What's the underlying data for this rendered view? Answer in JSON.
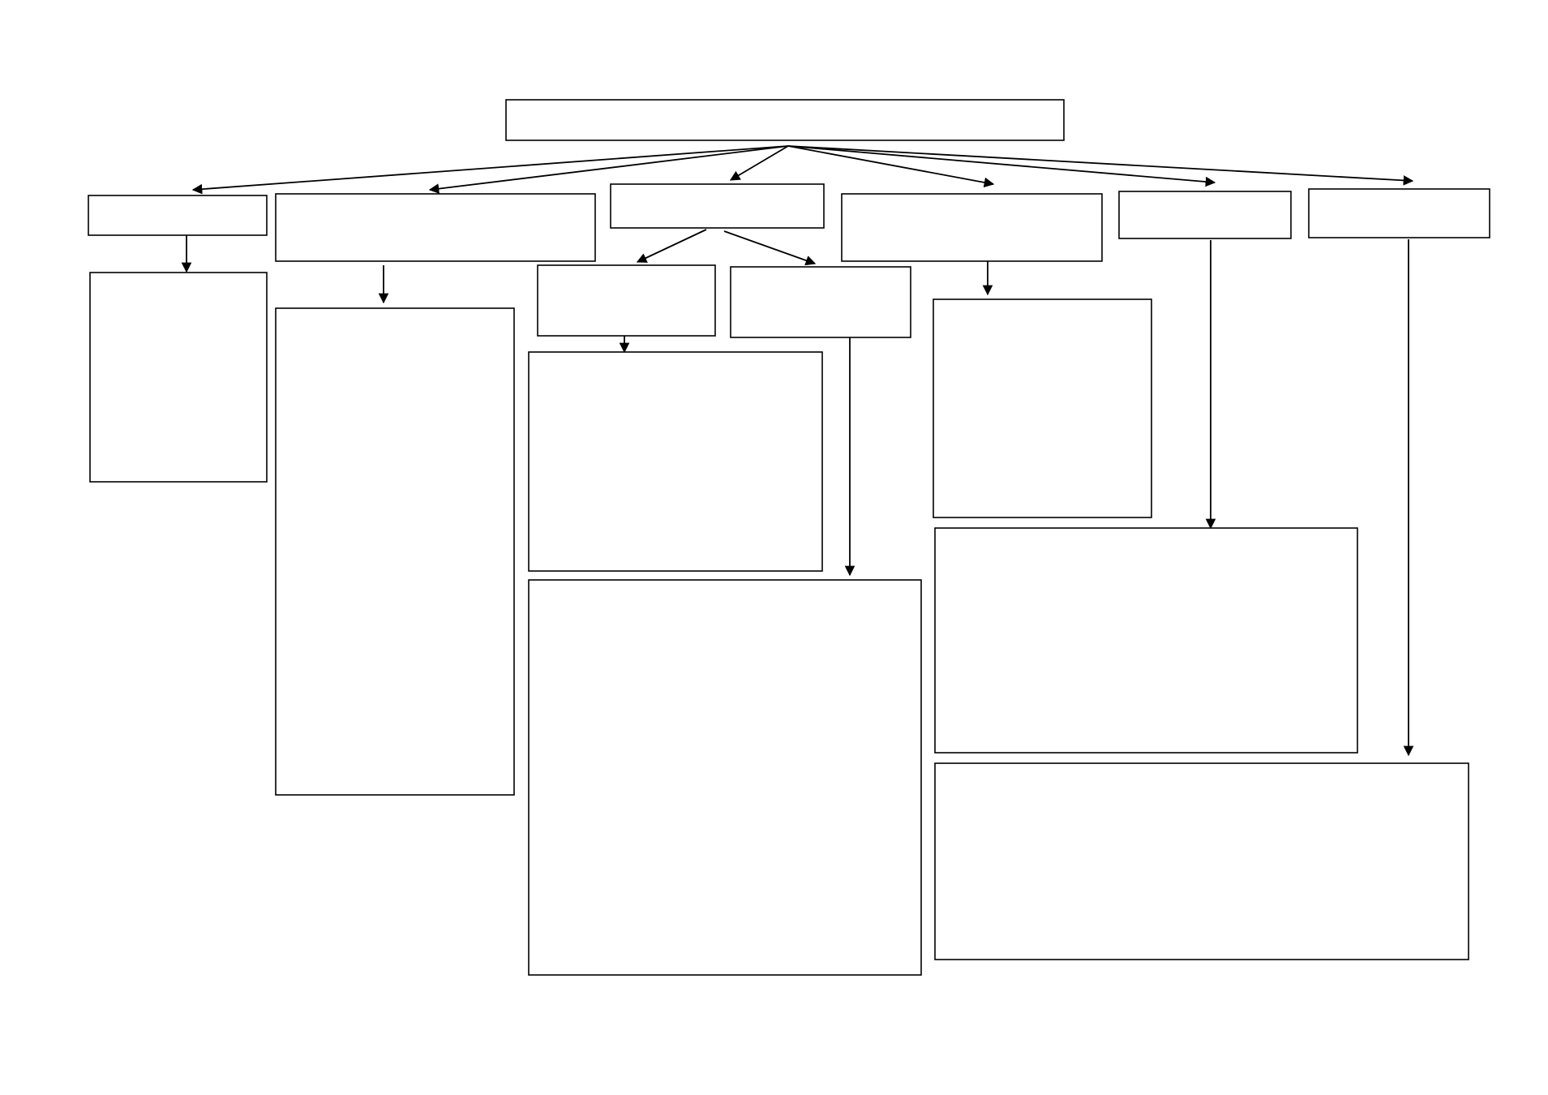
{
  "diagram": {
    "type": "flowchart",
    "colors": {
      "stroke": "#000000",
      "fill": "#ffffff"
    },
    "nodes": [
      {
        "id": "root",
        "label": ""
      },
      {
        "id": "branch-1",
        "label": ""
      },
      {
        "id": "branch-2",
        "label": ""
      },
      {
        "id": "branch-3",
        "label": ""
      },
      {
        "id": "branch-4",
        "label": ""
      },
      {
        "id": "branch-5",
        "label": ""
      },
      {
        "id": "branch-6",
        "label": ""
      },
      {
        "id": "branch-1-detail",
        "label": ""
      },
      {
        "id": "branch-2-detail",
        "label": ""
      },
      {
        "id": "branch-3-sub-a",
        "label": ""
      },
      {
        "id": "branch-3-sub-b",
        "label": ""
      },
      {
        "id": "branch-3-sub-a-detail",
        "label": ""
      },
      {
        "id": "branch-3-sub-b-detail",
        "label": ""
      },
      {
        "id": "branch-4-detail",
        "label": ""
      },
      {
        "id": "branch-5-detail",
        "label": ""
      },
      {
        "id": "branch-6-detail",
        "label": ""
      }
    ],
    "edges": [
      {
        "from": "root",
        "to": "branch-1"
      },
      {
        "from": "root",
        "to": "branch-2"
      },
      {
        "from": "root",
        "to": "branch-3"
      },
      {
        "from": "root",
        "to": "branch-4"
      },
      {
        "from": "root",
        "to": "branch-5"
      },
      {
        "from": "root",
        "to": "branch-6"
      },
      {
        "from": "branch-1",
        "to": "branch-1-detail"
      },
      {
        "from": "branch-2",
        "to": "branch-2-detail"
      },
      {
        "from": "branch-3",
        "to": "branch-3-sub-a"
      },
      {
        "from": "branch-3",
        "to": "branch-3-sub-b"
      },
      {
        "from": "branch-3-sub-a",
        "to": "branch-3-sub-a-detail"
      },
      {
        "from": "branch-3-sub-b",
        "to": "branch-3-sub-b-detail"
      },
      {
        "from": "branch-4",
        "to": "branch-4-detail"
      },
      {
        "from": "branch-5",
        "to": "branch-5-detail"
      },
      {
        "from": "branch-6",
        "to": "branch-6-detail"
      }
    ]
  }
}
